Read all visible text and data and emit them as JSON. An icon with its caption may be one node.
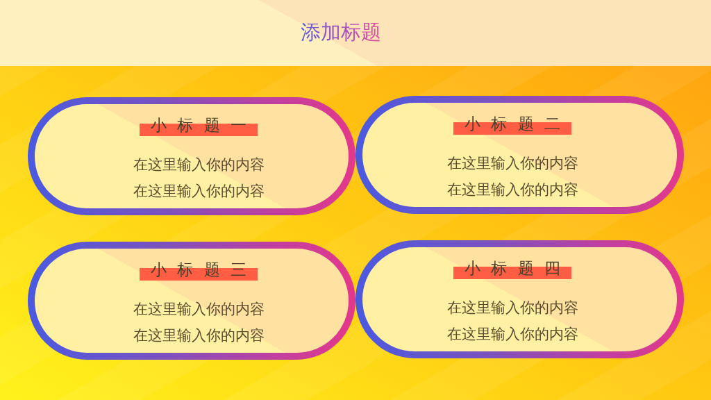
{
  "diagram": {
    "title": "添加标题",
    "nodes": [
      {
        "text": [
          "小 标 题 一",
          "在这里输入你的内容",
          "在这里输入你的内容"
        ]
      },
      {
        "text": [
          "小 标 题 二",
          "在这里输入你的内容",
          "在这里输入你的内容"
        ]
      },
      {
        "text": [
          "小 标 题 三",
          "在这里输入你的内容",
          "在这里输入你的内容"
        ]
      },
      {
        "text": [
          "小 标 题 四",
          "在这里输入你的内容",
          "在这里输入你的内容"
        ]
      }
    ]
  }
}
